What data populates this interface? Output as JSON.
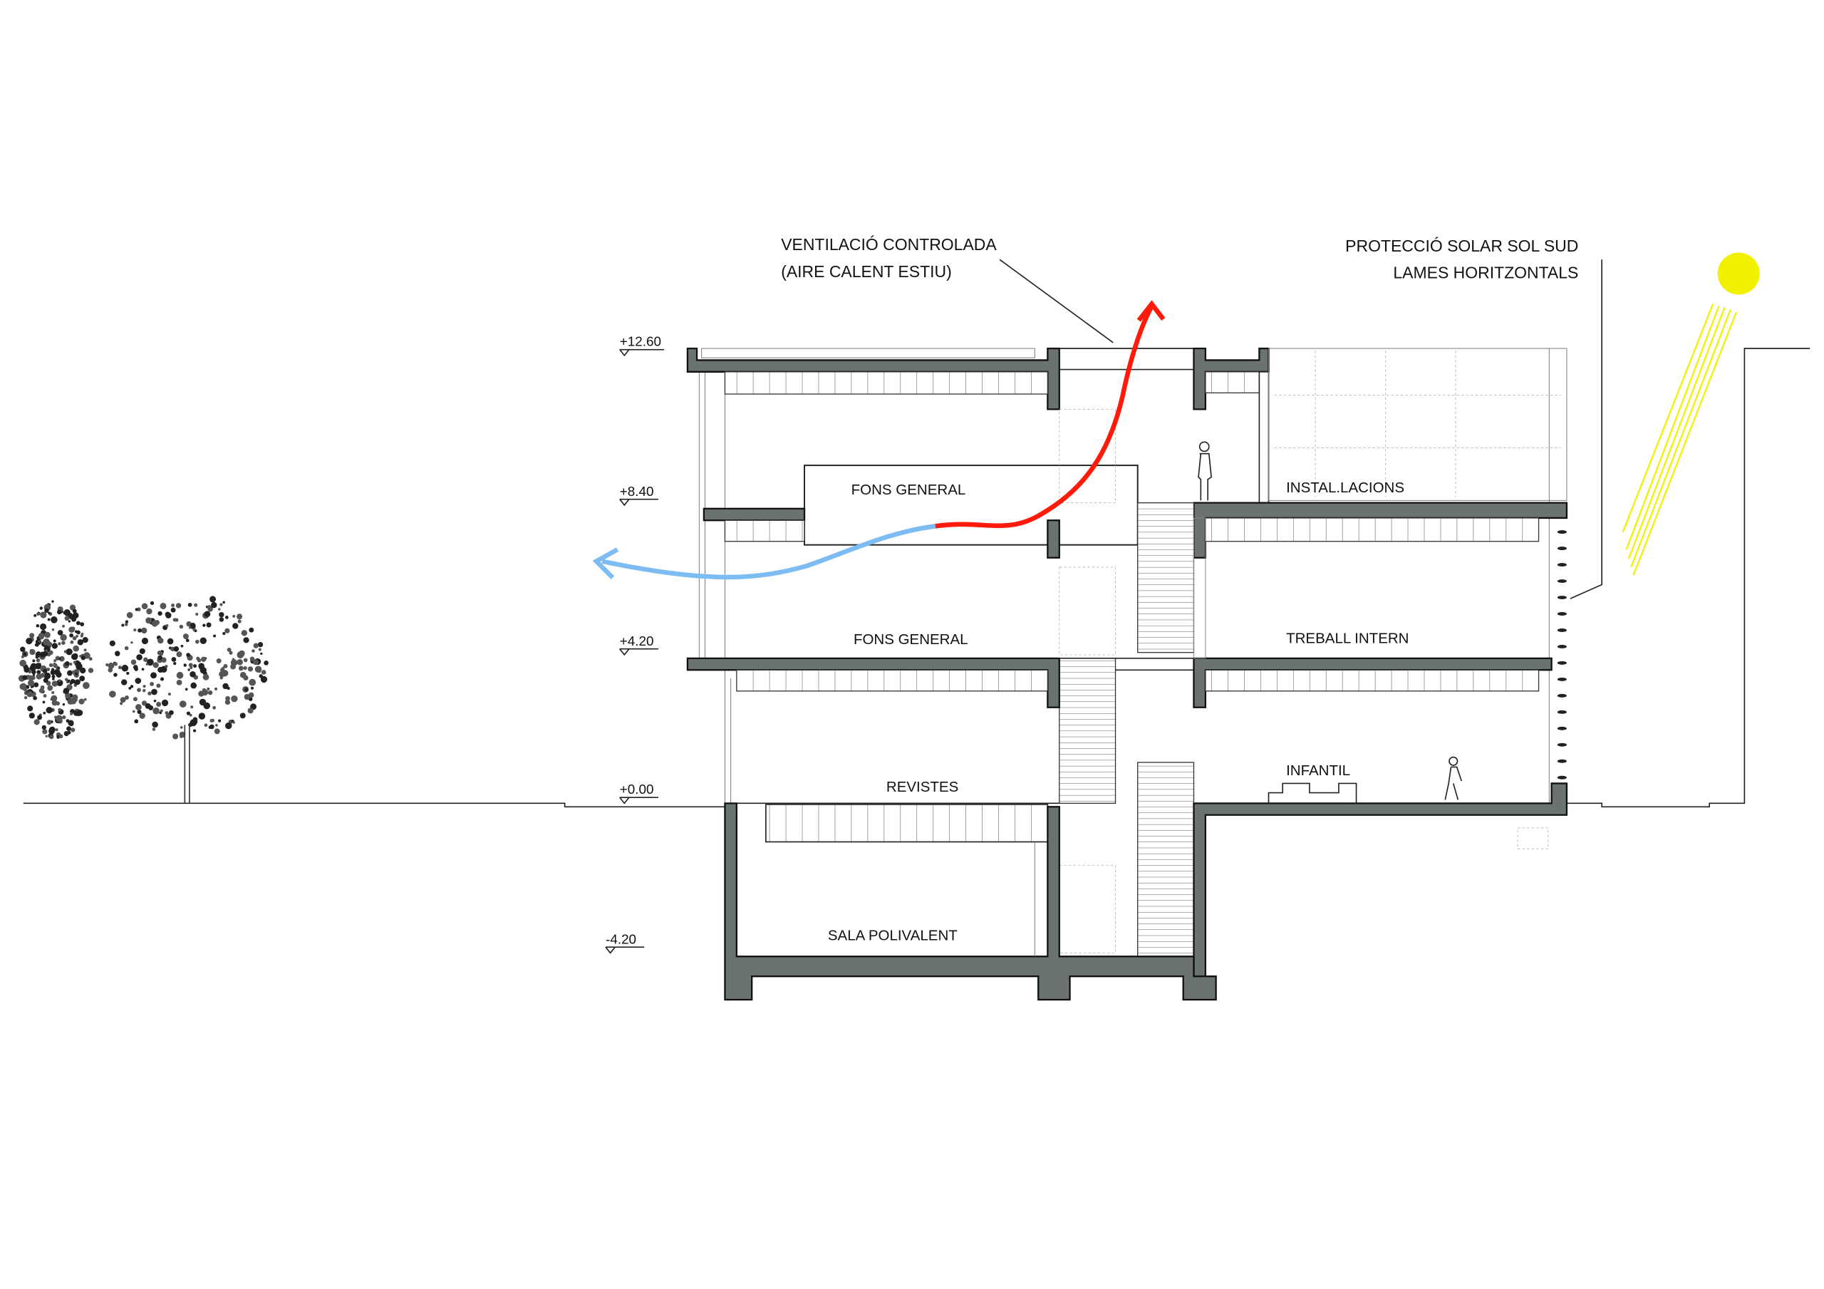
{
  "annotations": {
    "ventilation_line1": "VENTILACIÓ CONTROLADA",
    "ventilation_line2": "(AIRE CALENT ESTIU)",
    "solar_line1": "PROTECCIÓ SOLAR SOL SUD",
    "solar_line2": "LAMES HORITZONTALS"
  },
  "levels": [
    "+12.60",
    "+8.40",
    "+4.20",
    "+0.00",
    "-4.20"
  ],
  "rooms": {
    "fons_general_upper": "FONS  GENERAL",
    "instal_lacions": "INSTAL.LACIONS",
    "fons_general_lower": "FONS  GENERAL",
    "treball_intern": "TREBALL INTERN",
    "revistes": "REVISTES",
    "infantil": "INFANTIL",
    "sala_polivalent": "SALA POLIVALENT"
  },
  "colors": {
    "hot_air": "#ff1a0a",
    "cool_air": "#7dbcf2",
    "sun": "#f2f200",
    "structure": "#6b7372"
  }
}
